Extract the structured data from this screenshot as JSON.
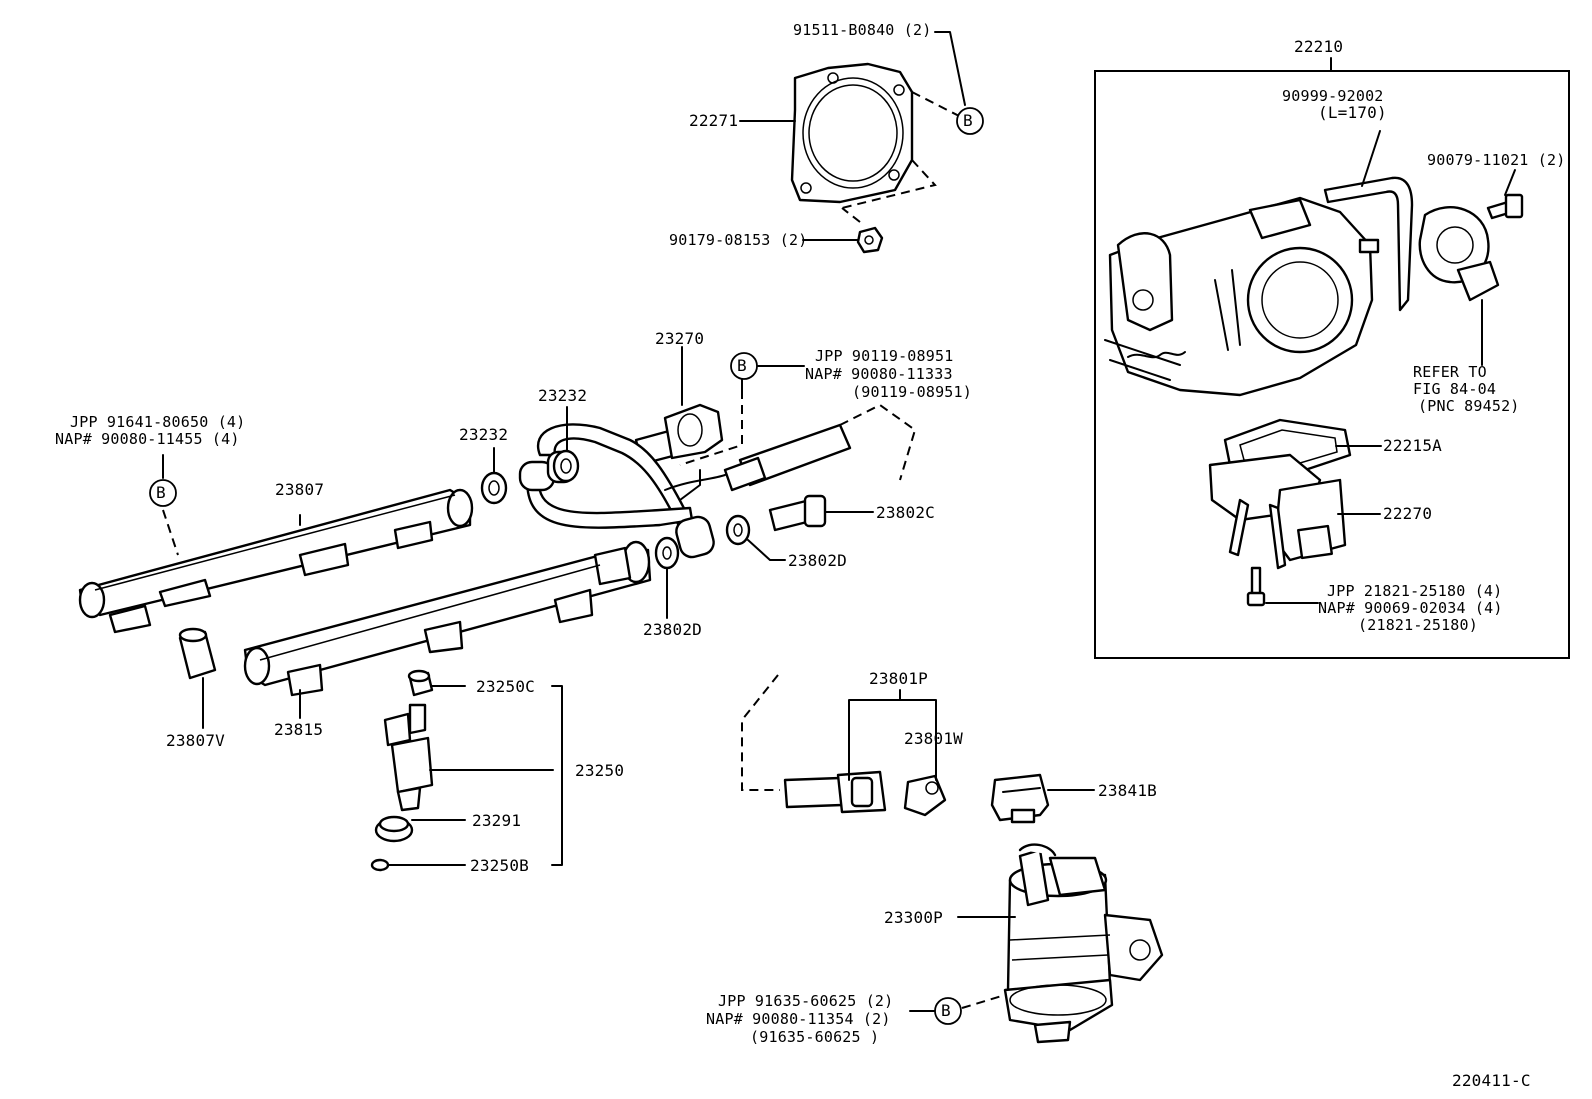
{
  "ref_marker": "B",
  "labels": {
    "p22210": "22210",
    "p91511": "91511-B0840 (2)",
    "p22271": "22271",
    "p90179": "90179-08153 (2)",
    "p90999": "90999-92002",
    "p90999_len": "(L=170)",
    "p90079": "90079-11021 (2)",
    "refer1": "REFER TO",
    "refer2": "FIG 84-04",
    "refer3": "(PNC 89452)",
    "p22215A": "22215A",
    "p22270": "22270",
    "jpp21821": "JPP  21821-25180 (4)",
    "nap90069": "NAP# 90069-02034 (4)",
    "alt21821": "(21821-25180)",
    "p23270": "23270",
    "jpp90119": "JPP  90119-08951",
    "nap90080_11333": "NAP# 90080-11333",
    "alt90119": "(90119-08951)",
    "p23232a": "23232",
    "p23232b": "23232",
    "jpp91641": "JPP 91641-80650 (4)",
    "nap90080_11455": "NAP# 90080-11455 (4)",
    "p23807": "23807",
    "p23802C": "23802C",
    "p23802D_a": "23802D",
    "p23802D_b": "23802D",
    "p23815": "23815",
    "p23807V": "23807V",
    "p23250C": "23250C",
    "p23250": "23250",
    "p23291": "23291",
    "p23250B": "23250B",
    "p23801P": "23801P",
    "p23801W": "23801W",
    "p23841B": "23841B",
    "p23300P": "23300P",
    "jpp91635": "JPP  91635-60625 (2)",
    "nap90080_11354": "NAP# 90080-11354 (2)",
    "alt91635": "(91635-60625 )",
    "fig": "220411-C"
  }
}
